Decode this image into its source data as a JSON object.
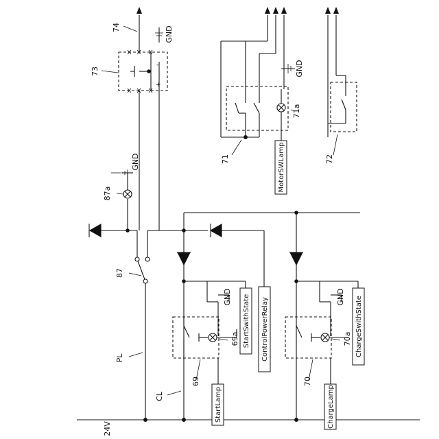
{
  "labels": {
    "ref_74": "74",
    "ref_73": "73",
    "ref_71": "71",
    "ref_71a": "71a",
    "ref_72": "72",
    "ref_87a": "87a",
    "ref_87": "87",
    "ref_PL": "PL",
    "ref_CL": "CL",
    "ref_69": "69",
    "ref_69a": "69a",
    "ref_70": "70",
    "ref_70a": "70a",
    "ref_24V": "24V",
    "gnd_top": "GND",
    "gnd_71": "GND",
    "gnd_87a": "GND",
    "gnd_69": "GND",
    "gnd_70": "GND",
    "sig_motor_sw_lamp": "MotorSWLamp",
    "sig_start_switch_state": "StartSwithState",
    "sig_control_power_relay": "ControlPowerRelay",
    "sig_start_lamp": "StartLamp",
    "sig_charge_switch_state": "ChargeSwithState",
    "sig_charge_lamp": "ChargeLamp"
  }
}
